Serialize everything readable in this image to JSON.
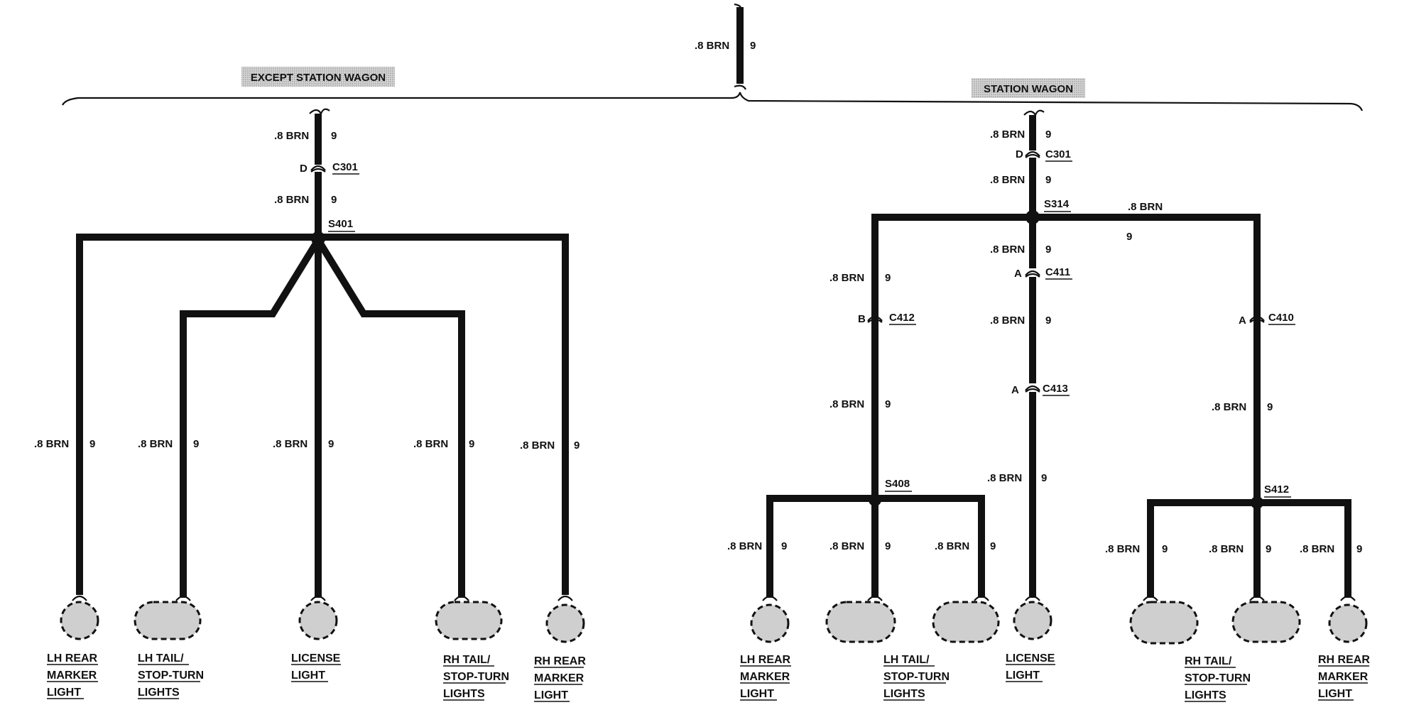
{
  "diagram": {
    "feed": {
      "wire": ".8 BRN",
      "circuit": "9"
    },
    "sections": {
      "except_station_wagon": {
        "heading": "EXCEPT STATION WAGON",
        "feed_wire": ".8 BRN",
        "feed_circuit": "9",
        "connector": {
          "pin": "D",
          "ref": "C301"
        },
        "splice": "S401",
        "branches": [
          {
            "wire": ".8 BRN",
            "circuit": "9",
            "load": [
              "LH REAR",
              "MARKER",
              "LIGHT"
            ]
          },
          {
            "wire": ".8 BRN",
            "circuit": "9",
            "load": [
              "LH TAIL/",
              "STOP-TURN",
              "LIGHTS"
            ]
          },
          {
            "wire": ".8 BRN",
            "circuit": "9",
            "load": [
              "LICENSE",
              "LIGHT"
            ]
          },
          {
            "wire": ".8 BRN",
            "circuit": "9",
            "load": [
              "RH TAIL/",
              "STOP-TURN",
              "LIGHTS"
            ]
          },
          {
            "wire": ".8 BRN",
            "circuit": "9",
            "load": [
              "RH REAR",
              "MARKER",
              "LIGHT"
            ]
          }
        ]
      },
      "station_wagon": {
        "heading": "STATION WAGON",
        "feed_wire": ".8 BRN",
        "feed_circuit": "9",
        "connector": {
          "pin": "D",
          "ref": "C301"
        },
        "splice": "S314",
        "left": {
          "wire": ".8 BRN",
          "circuit": "9",
          "connector": {
            "pin": "B",
            "ref": "C412"
          },
          "splice": "S408",
          "branches": [
            {
              "wire": ".8 BRN",
              "circuit": "9"
            },
            {
              "wire": ".8 BRN",
              "circuit": "9"
            },
            {
              "wire": ".8 BRN",
              "circuit": "9"
            }
          ],
          "loads": [
            [
              "LH REAR",
              "MARKER",
              "LIGHT"
            ],
            [
              "LH TAIL/",
              "STOP-TURN",
              "LIGHTS"
            ]
          ]
        },
        "center": {
          "wire": ".8 BRN",
          "circuit": "9",
          "connector1": {
            "pin": "A",
            "ref": "C411"
          },
          "connector2": {
            "pin": "A",
            "ref": "C413"
          },
          "load": [
            "LICENSE",
            "LIGHT"
          ]
        },
        "right": {
          "wire": ".8 BRN",
          "circuit": "9",
          "connector": {
            "pin": "A",
            "ref": "C410"
          },
          "splice": "S412",
          "branches": [
            {
              "wire": ".8 BRN",
              "circuit": "9"
            },
            {
              "wire": ".8 BRN",
              "circuit": "9"
            },
            {
              "wire": ".8 BRN",
              "circuit": "9"
            }
          ],
          "loads": [
            [
              "RH TAIL/",
              "STOP-TURN",
              "LIGHTS"
            ],
            [
              "RH REAR",
              "MARKER",
              "LIGHT"
            ]
          ]
        }
      }
    }
  }
}
